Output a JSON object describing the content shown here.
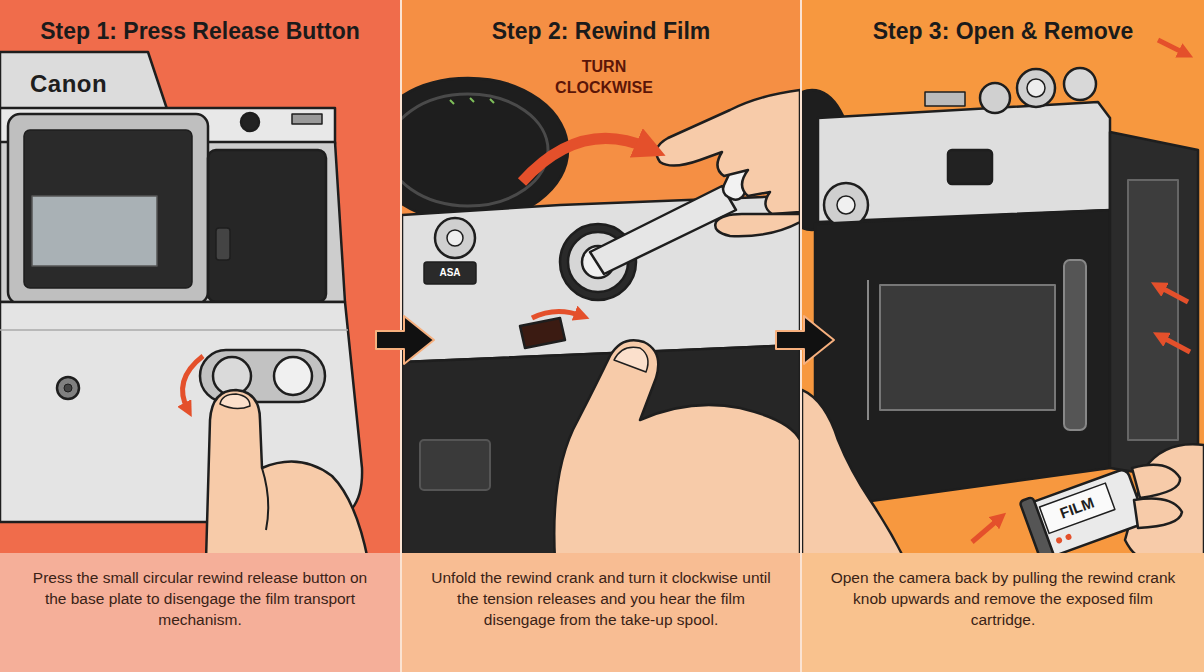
{
  "diagram": {
    "nodes": [
      {
        "text": [
          "Step 1: Press Release Button"
        ]
      },
      {
        "text": [
          "Press the small circular rewind release button on the base plate to disengage the film transport mechanism."
        ],
        "in": 0
      },
      {
        "text": [
          "Step 2: Rewind Film"
        ]
      },
      {
        "text": [
          "Unfold the rewind crank and turn it clockwise until the tension releases and you hear the film disengage from the take-up spool."
        ],
        "in": 2
      },
      {
        "text": [
          "Step 3: Open & Remove"
        ]
      },
      {
        "text": [
          "Open the camera back by pulling the rewind crank knob upwards and remove the exposed film cartridge."
        ],
        "in": 4
      }
    ],
    "edges": [
      {
        "from": 0,
        "to": 2,
        "arrow": "to"
      },
      {
        "from": 2,
        "to": 4,
        "arrow": "to"
      }
    ],
    "labels": [
      "Canon",
      "TURN CLOCKWISE",
      "ASA",
      "FILM"
    ]
  }
}
